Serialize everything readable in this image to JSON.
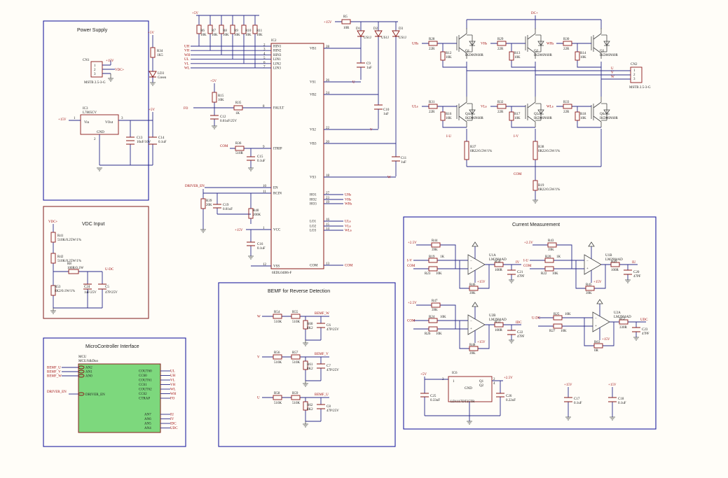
{
  "sections": {
    "power": "Power Supply",
    "vdc": "VDC Input",
    "mcu": "MicroController Interface",
    "bemf": "BEMF for Reverse Detection",
    "current": "Current Measurement"
  },
  "power": {
    "cn1": "CN1",
    "cn1_part": "MSTB 2.5-3-G",
    "cn1_pins": [
      "1",
      "2",
      "3"
    ],
    "v15": "+15V",
    "vdc": "VDC+",
    "r34": "R34",
    "r34_val": "1K5",
    "ld3": "LD3",
    "ld3_val": "Green",
    "v5": "+5V",
    "ic3": "IC3",
    "ic3_part": "L7805CV",
    "vin": "Vin",
    "vout": "VOut",
    "gnd": "GND",
    "pin1": "1",
    "pin2": "2",
    "pin3": "3",
    "c13": "C13",
    "c13_val": "10uF/16V",
    "c14": "C14",
    "c14_val": "0.1uF"
  },
  "vdc_in": {
    "vdc": "VDC+",
    "r41": "R41",
    "r41_val": "510K/0.25W/1%",
    "r42": "R42",
    "r42_val": "510K/0.25W/1%",
    "r8": "R8",
    "r8_val": "100R/0.1W",
    "udc": "U-DC",
    "r53": "R53",
    "r53_val": "8K2/0.1W/1%",
    "c24": "C24",
    "c24_val": "1uF/25V",
    "c5": "C5",
    "c5_val": "47P/25V"
  },
  "mcu": {
    "ref": "MCU",
    "part": "MCU/IdkDuo",
    "inputs": [
      {
        "net": "BEMF_U",
        "pin": "AN2"
      },
      {
        "net": "BEMF_V",
        "pin": "AN1"
      },
      {
        "net": "BEMF_W",
        "pin": "AN0"
      }
    ],
    "enable": {
      "net": "DRIVER_EN",
      "pin": "DRIVER_EN"
    },
    "outputs": [
      {
        "pin": "COUT60",
        "net": "UL"
      },
      {
        "pin": "CC60",
        "net": "UH"
      },
      {
        "pin": "COUT61",
        "net": "VL"
      },
      {
        "pin": "CC61",
        "net": "VH"
      },
      {
        "pin": "COUT62",
        "net": "WL"
      },
      {
        "pin": "CC62",
        "net": "WH"
      },
      {
        "pin": "CTRAP",
        "net": "FO"
      }
    ],
    "analog": [
      {
        "pin": "AN7",
        "net": "IU"
      },
      {
        "pin": "AN6",
        "net": "IV"
      },
      {
        "pin": "AN5",
        "net": "IDC"
      },
      {
        "pin": "AN4",
        "net": "UDC"
      }
    ]
  },
  "driver": {
    "ref": "IC2",
    "part": "6EDL04I06-F",
    "v5": "+5V",
    "v15": "+15V",
    "pullups": [
      "R6",
      "R7",
      "R8",
      "R9",
      "R10",
      "R11"
    ],
    "pullup_val": "10K",
    "inputs": [
      {
        "net": "UH",
        "pin": "HIN1",
        "num": "2"
      },
      {
        "net": "VH",
        "pin": "HIN2",
        "num": "3"
      },
      {
        "net": "WH",
        "pin": "HIN3",
        "num": "4"
      },
      {
        "net": "UL",
        "pin": "LIN1",
        "num": "5"
      },
      {
        "net": "VL",
        "pin": "LIN2",
        "num": "6"
      },
      {
        "net": "WL",
        "pin": "LIN3",
        "num": "7"
      }
    ],
    "r5": "R5",
    "r5_val": "10R",
    "diodes": [
      "D1",
      "D2",
      "D3"
    ],
    "diode_val": "US1J",
    "c9": "C9",
    "c9_val": "1uF",
    "c10": "C10",
    "c10_val": "1uF",
    "c11": "C11",
    "c11_val": "1uF",
    "r15": "R15",
    "r15_val": "10K",
    "r35": "R35",
    "r35_val": "1K",
    "fo": "FO",
    "c12": "C12",
    "c12_val": "0.01uF/25V",
    "com": "COM",
    "r36": "R36",
    "r36_val": "510R",
    "c15": "C15",
    "c15_val": "0.1uF",
    "driver_en": "DRIVER_EN",
    "r39": "R39",
    "r39_val": "20K",
    "c19": "C19",
    "c19_val": "0.01uF",
    "r40": "R40",
    "r40_val": "200K",
    "c16": "C16",
    "c16_val": "0.1uF",
    "left_pins": [
      {
        "num": "8",
        "name": "FAULT"
      },
      {
        "num": "9",
        "name": "ITRIP"
      },
      {
        "num": "10",
        "name": "EN"
      },
      {
        "num": "11",
        "name": "RCIN"
      },
      {
        "num": "1",
        "name": "VCC"
      },
      {
        "num": "12",
        "name": "VSS"
      }
    ],
    "right_pins": [
      {
        "num": "28",
        "name": "VB1"
      },
      {
        "num": "26",
        "name": "VS1",
        "net": "U"
      },
      {
        "num": "24",
        "name": "VB2"
      },
      {
        "num": "22",
        "name": "VS2",
        "net": "V"
      },
      {
        "num": "20",
        "name": "VB3"
      },
      {
        "num": "18",
        "name": "VS3",
        "net": "W"
      },
      {
        "num": "27",
        "name": "HO1",
        "net": "UHs"
      },
      {
        "num": "23",
        "name": "HO2",
        "net": "VHs"
      },
      {
        "num": "19",
        "name": "HO3",
        "net": "WHs"
      },
      {
        "num": "16",
        "name": "LO1",
        "net": "ULs"
      },
      {
        "num": "15",
        "name": "LO2",
        "net": "VLs"
      },
      {
        "num": "14",
        "name": "LO3",
        "net": "WLs"
      },
      {
        "num": "13",
        "name": "COM",
        "net": "COM"
      }
    ]
  },
  "bridge": {
    "vdc": "DC+",
    "high": [
      {
        "net": "UHs",
        "r": "R28",
        "rv": "22R",
        "rp": "R12",
        "rpv": "10K",
        "q": "Q1",
        "part": "IKD06N60R"
      },
      {
        "net": "VHs",
        "r": "R29",
        "rv": "22R",
        "rp": "R13",
        "rpv": "10K",
        "q": "Q2",
        "part": "IKD06N60R"
      },
      {
        "net": "WHs",
        "r": "R30",
        "rv": "22R",
        "rp": "R14",
        "rpv": "10K",
        "q": "Q3",
        "part": "IKD06N60R"
      }
    ],
    "low": [
      {
        "net": "ULs",
        "r": "R31",
        "rv": "22R",
        "rp": "R16",
        "rpv": "10K",
        "q": "Q4",
        "part": "IKD06N60R"
      },
      {
        "net": "VLs",
        "r": "R32",
        "rv": "22R",
        "rp": "R17",
        "rpv": "10K",
        "q": "Q5",
        "part": "IKD06N60R"
      },
      {
        "net": "WLs",
        "r": "R33",
        "rv": "22R",
        "rp": "R18",
        "rpv": "10K",
        "q": "Q6",
        "part": "IKD06N60R"
      }
    ],
    "iu": "I-U",
    "iv": "I-V",
    "r37": "R37",
    "r37_val": "0R22/0.5W/1%",
    "r38": "R38",
    "r38_val": "0R22/0.5W/1%",
    "r19": "R19",
    "r19_val": "0R22/0.5W/1%",
    "com": "COM",
    "cn2": "CN2",
    "cn2_part": "MSTB 2.5-3-G",
    "phases": [
      "U",
      "V",
      "W"
    ],
    "cn2_pins": [
      "1",
      "2",
      "3"
    ]
  },
  "bemf": {
    "phases": [
      {
        "in": "W",
        "r1": "R54",
        "r1v": "510K",
        "r2": "R55",
        "r2v": "510K",
        "rb": "R60",
        "rbv": "8K2",
        "c": "C6",
        "cv": "47P/25V",
        "net": "BEMF_W"
      },
      {
        "in": "V",
        "r1": "R56",
        "r1v": "510K",
        "r2": "R57",
        "r2v": "510K",
        "rb": "R61",
        "rbv": "8K2",
        "c": "C7",
        "cv": "47P/25V",
        "net": "BEMF_V"
      },
      {
        "in": "U",
        "r1": "R58",
        "r1v": "510K",
        "r2": "R59",
        "r2v": "510K",
        "rb": "R62",
        "rbv": "8K2",
        "c": "C8",
        "cv": "47P/25V",
        "net": "BEMF_U"
      }
    ]
  },
  "current": {
    "amps": [
      {
        "ref": "U1A",
        "part": "LM2904AD",
        "in": "I-V",
        "com": "COM",
        "vref": "+2.5V",
        "out": "IV",
        "rin": "R19",
        "rinv": "1K",
        "rcom": "R23",
        "rcomv": "10K",
        "rref": "R44",
        "rrefv": "39K",
        "rf": "R46",
        "rfv": "39K",
        "ro": "R50",
        "rov": "100R",
        "c": "C21",
        "cv": "47PF"
      },
      {
        "ref": "U1B",
        "part": "LM2904AD",
        "in": "I-U",
        "com": "COM",
        "vref": "+2.5V",
        "out": "IU",
        "rin": "R20",
        "rinv": "1K",
        "rcom": "R22",
        "rcomv": "10K",
        "rref": "R43",
        "rrefv": "39K",
        "rf": "R45",
        "rfv": "39K",
        "ro": "R49",
        "rov": "100R",
        "c": "C20",
        "cv": "47PF"
      },
      {
        "ref": "U2B",
        "part": "LM2904AD",
        "in": "COM",
        "com": "",
        "vref": "+2.5V",
        "out": "IDC",
        "rin": "R24",
        "rinv": "10K",
        "rcom": "R26",
        "rcomv": "10K",
        "rref": "R47",
        "rrefv": "39K",
        "rf": "R48",
        "rfv": "39K",
        "ro": "R51",
        "rov": "100R",
        "c": "C22",
        "cv": "47PF"
      },
      {
        "ref": "U2A",
        "part": "LM2904AD",
        "in": "U-DC",
        "com": "",
        "vref": "",
        "out": "UDC",
        "rin": "R25",
        "rinv": "10K",
        "rcom": "R27",
        "rcomv": "10K",
        "rref": "",
        "rrefv": "",
        "rf": "R63",
        "rfv": "0R",
        "ro": "R52",
        "rov": "330R",
        "c": "C23",
        "cv": "47PF"
      }
    ],
    "v15": "+15V",
    "reg": {
      "ref": "IC6",
      "part": "LD1117DT25TR",
      "v5": "+5V",
      "out": "+2.5V",
      "gnd": "GND",
      "pin1": "1",
      "pin3": "3",
      "pin2": "2",
      "pin4": "4",
      "q1": "Q1",
      "q2": "Q2",
      "c25": "C25",
      "c25v": "0.33uF",
      "c26": "C26",
      "c26v": "0.22uF"
    },
    "caps": [
      {
        "net": "+15V",
        "ref": "C17",
        "val": "0.1uF"
      },
      {
        "net": "+15V",
        "ref": "C18",
        "val": "0.1uF"
      }
    ]
  }
}
